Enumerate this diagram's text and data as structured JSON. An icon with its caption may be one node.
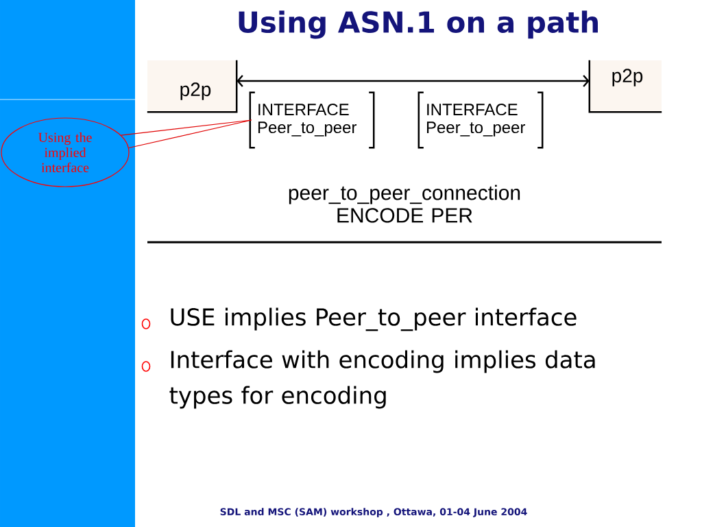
{
  "diagram": {
    "title": "Using ASN.1 on a path",
    "nodes": [
      {
        "text": [
          "p2p"
        ]
      },
      {
        "text": [
          "p2p"
        ]
      },
      {
        "text": [
          "INTERFACE Peer_to_peer"
        ]
      },
      {
        "text": [
          "INTERFACE Peer_to_peer"
        ]
      },
      {
        "text": [
          "Using the implied interface"
        ]
      }
    ],
    "edges": [
      {
        "from": 0,
        "to": 1,
        "arrow": "both"
      },
      {
        "from": 4,
        "to": 2,
        "arrow": "none",
        "color": "#e00000"
      }
    ],
    "labels": [
      "peer_to_peer_connection ENCODE PER",
      "USE implies Peer_to_peer interface",
      "Interface with encoding implies data types for encoding",
      "SDL and MSC (SAM) workshop , Ottawa, 01-04 June 2004"
    ]
  }
}
